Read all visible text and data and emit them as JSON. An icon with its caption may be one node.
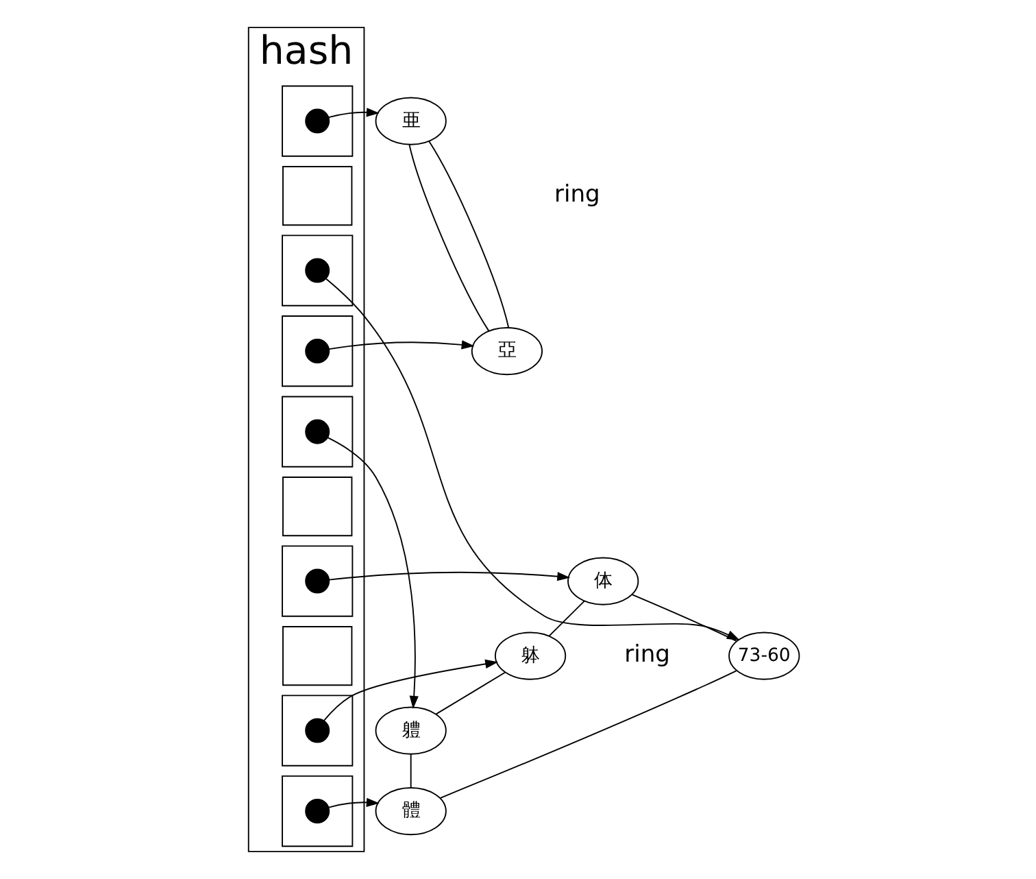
{
  "diagram": {
    "nodes": [
      {
        "text": [
          "hash"
        ]
      },
      {
        "text": [],
        "shape": "box",
        "in": 0
      },
      {
        "text": [],
        "shape": "box",
        "in": 0
      },
      {
        "text": [],
        "shape": "box",
        "in": 0
      },
      {
        "text": [],
        "shape": "box",
        "in": 0
      },
      {
        "text": [],
        "shape": "box",
        "in": 0
      },
      {
        "text": [],
        "shape": "box",
        "in": 0
      },
      {
        "text": [],
        "shape": "box",
        "in": 0
      },
      {
        "text": [],
        "shape": "box",
        "in": 0
      },
      {
        "text": [],
        "shape": "box",
        "in": 0
      },
      {
        "text": [],
        "shape": "box",
        "in": 0
      },
      {
        "text": [],
        "shape": "circle",
        "in": 1
      },
      {
        "text": [],
        "shape": "circle",
        "in": 3
      },
      {
        "text": [],
        "shape": "circle",
        "in": 4
      },
      {
        "text": [],
        "shape": "circle",
        "in": 5
      },
      {
        "text": [],
        "shape": "circle",
        "in": 7
      },
      {
        "text": [],
        "shape": "circle",
        "in": 9
      },
      {
        "text": [],
        "shape": "circle",
        "in": 10
      },
      {
        "text": [
          "亜"
        ]
      },
      {
        "text": [
          "亞"
        ]
      },
      {
        "text": [
          "体"
        ]
      },
      {
        "text": [
          "躰"
        ]
      },
      {
        "text": [
          "73-60"
        ]
      },
      {
        "text": [
          "軆"
        ]
      },
      {
        "text": [
          "體"
        ]
      }
    ],
    "edges": [
      {
        "from": 11,
        "to": 18,
        "arrow": "to"
      },
      {
        "from": 12,
        "to": 22,
        "arrow": "to"
      },
      {
        "from": 13,
        "to": 19,
        "arrow": "to"
      },
      {
        "from": 14,
        "to": 23,
        "arrow": "to"
      },
      {
        "from": 15,
        "to": 20,
        "arrow": "to"
      },
      {
        "from": 16,
        "to": 21,
        "arrow": "to"
      },
      {
        "from": 17,
        "to": 24,
        "arrow": "to"
      },
      {
        "from": 18,
        "to": 19,
        "arrow": "none"
      },
      {
        "from": 19,
        "to": 18,
        "arrow": "none"
      },
      {
        "from": 21,
        "to": 20,
        "arrow": "none"
      },
      {
        "from": 20,
        "to": 22,
        "arrow": "none"
      },
      {
        "from": 22,
        "to": 24,
        "arrow": "none"
      },
      {
        "from": 24,
        "to": 23,
        "arrow": "none"
      },
      {
        "from": 23,
        "to": 21,
        "arrow": "none"
      }
    ],
    "labels": [
      "ring",
      "ring"
    ]
  }
}
